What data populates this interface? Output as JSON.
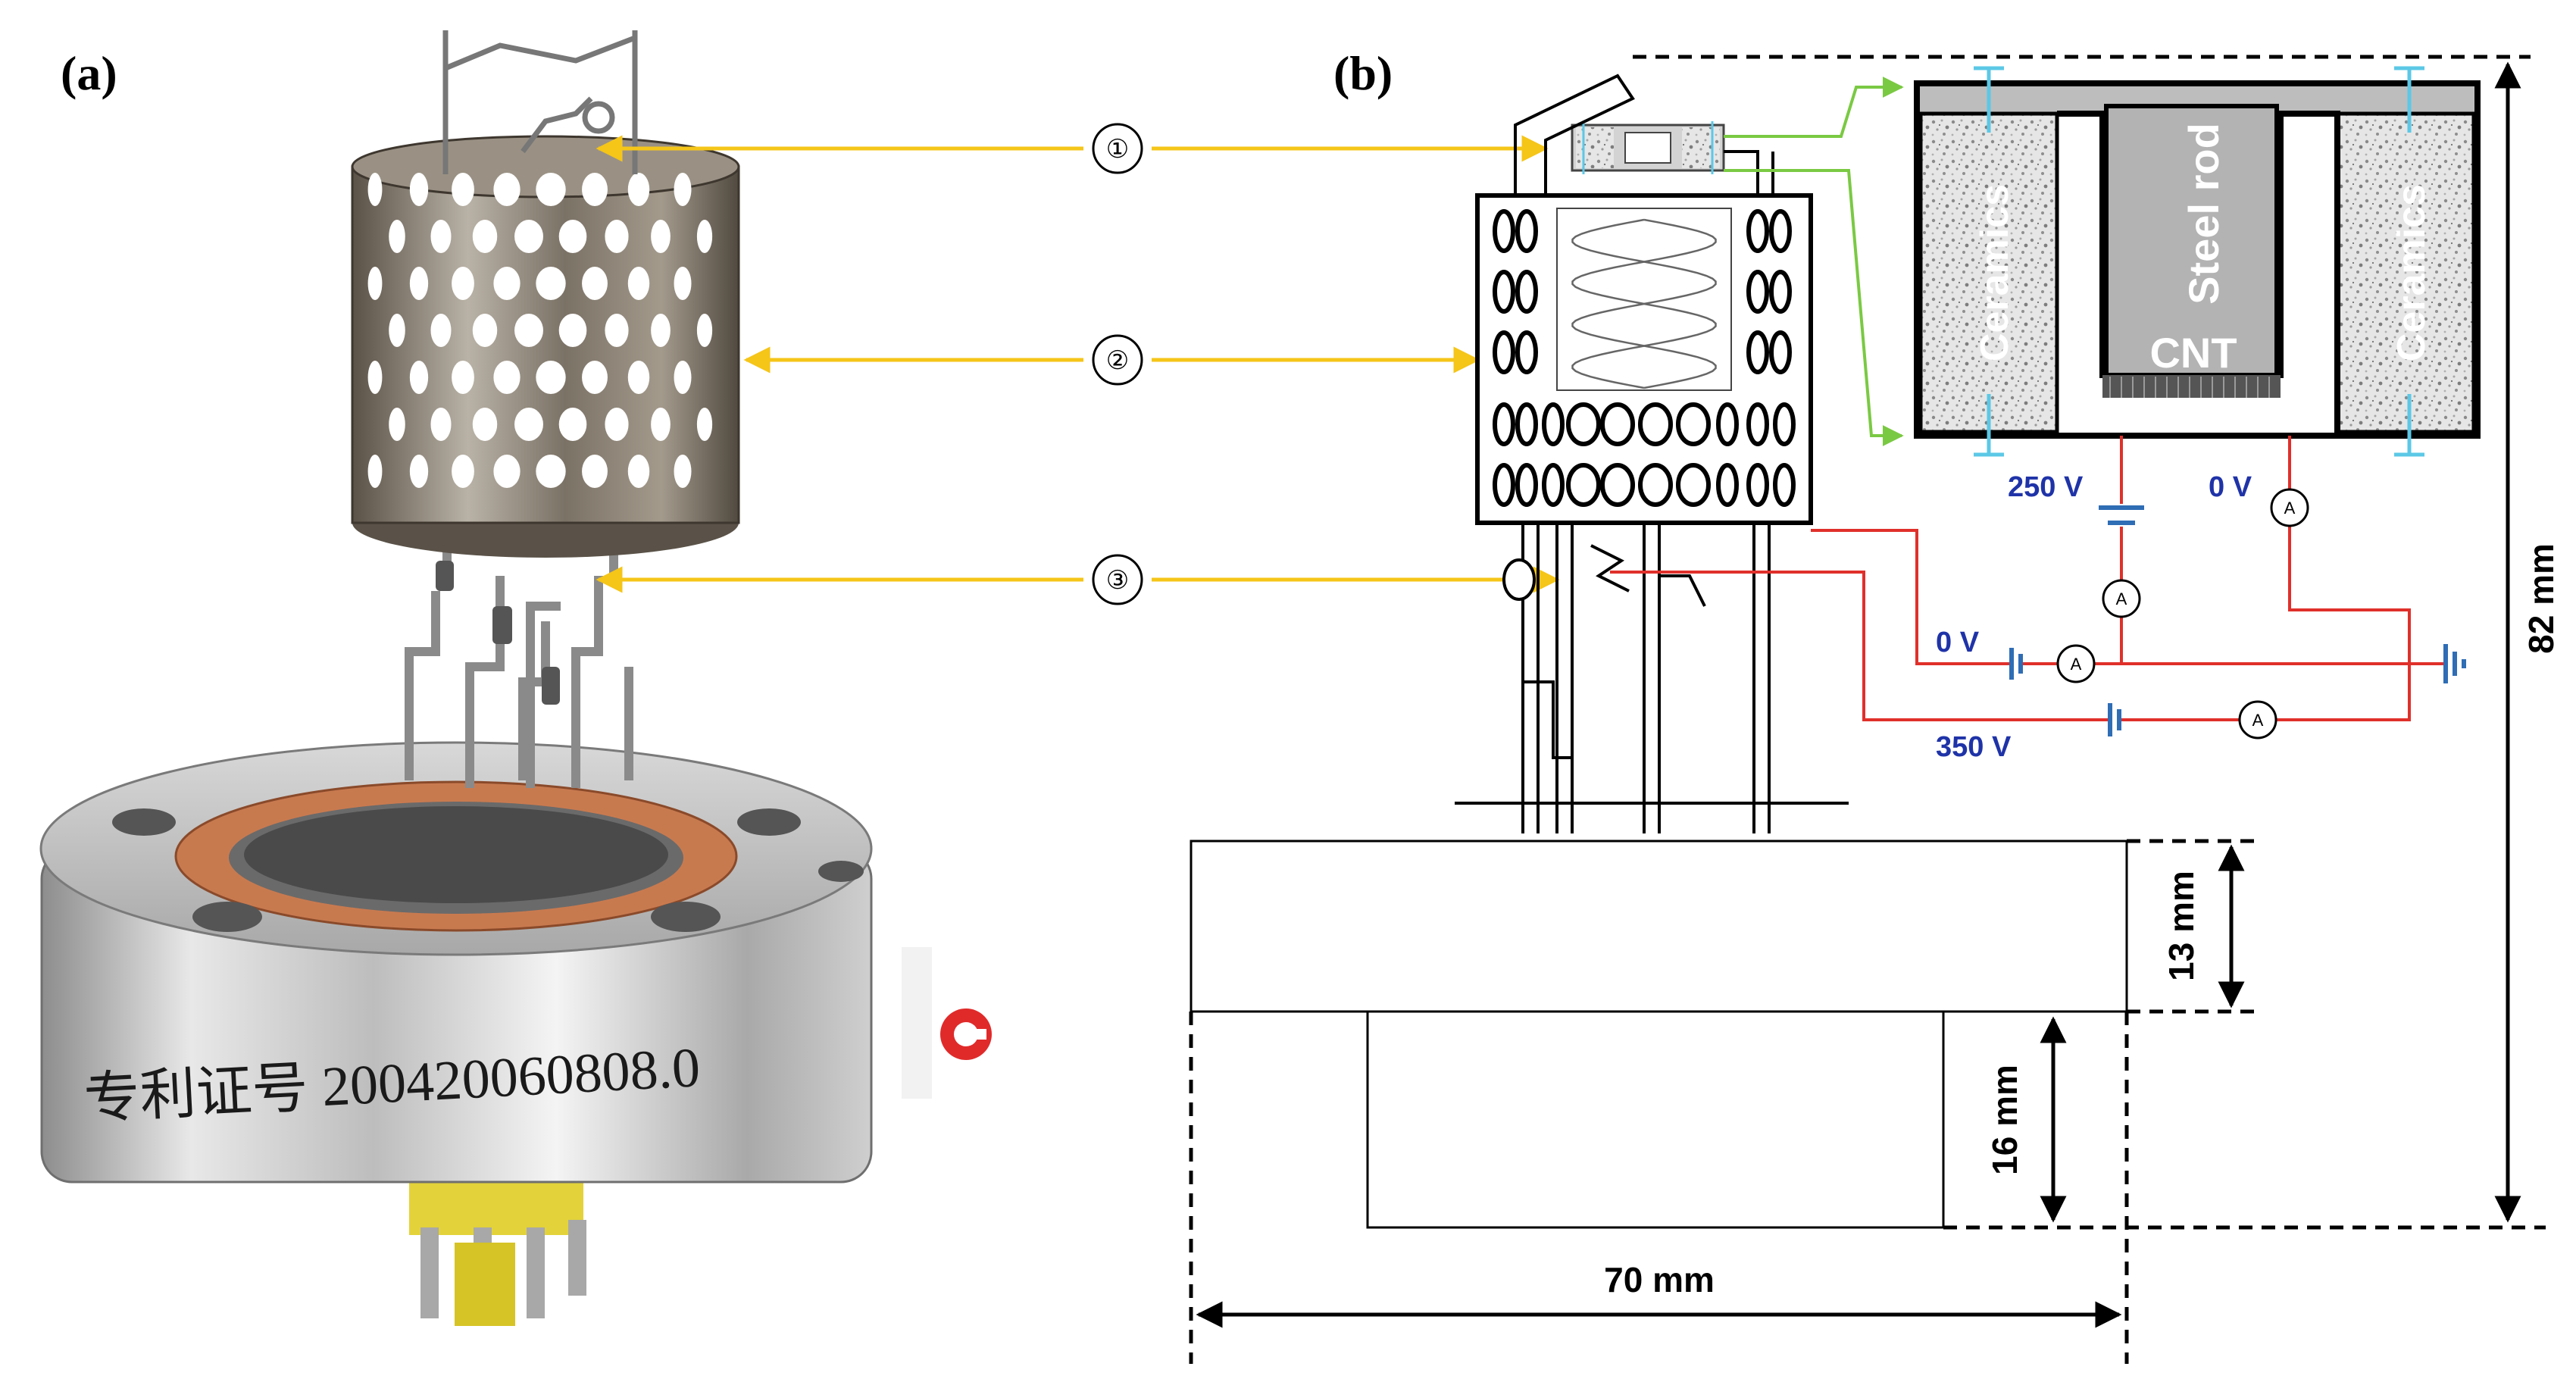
{
  "panels": {
    "a": "(a)",
    "b": "(b)"
  },
  "callouts": [
    "①",
    "②",
    "③"
  ],
  "photo": {
    "patent_text": "专利证号 200420060808.0"
  },
  "inset": {
    "left_ceramic": "Ceramics",
    "right_ceramic": "Ceramics",
    "rod": "Steel rod",
    "cnt": "CNT"
  },
  "circuit": {
    "v250": "250 V",
    "v0_top": "0 V",
    "v0_left": "0 V",
    "v350": "350 V",
    "meter": "A"
  },
  "dimensions": {
    "d82": "82 mm",
    "d13": "13 mm",
    "d16": "16 mm",
    "d70": "70 mm"
  },
  "colors": {
    "arrow_yellow": "#f5c518",
    "arrow_green": "#7ac943",
    "wire_red": "#e0302a",
    "battery_blue": "#2f6db5",
    "copper": "#c87a4f"
  }
}
